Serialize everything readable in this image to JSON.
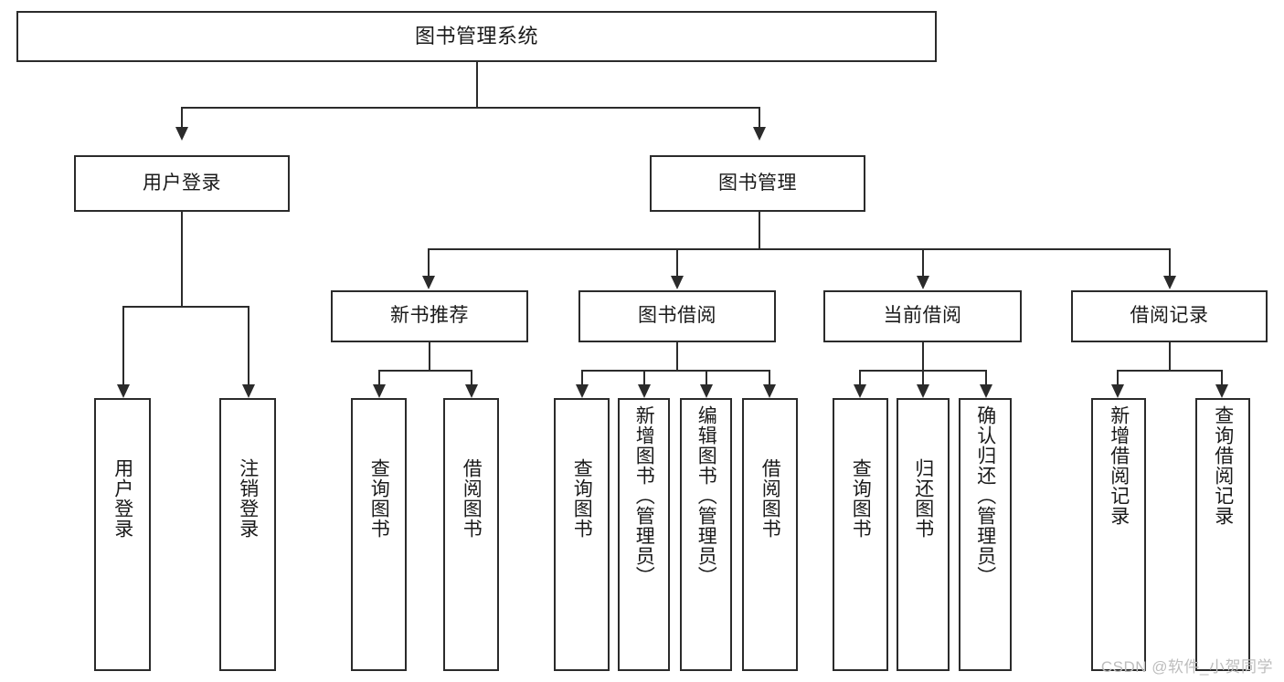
{
  "diagram": {
    "title": "图书管理系统",
    "type": "tree",
    "background_color": "#ffffff",
    "box_border_color": "#2b2b2b",
    "connector_color": "#2b2b2b",
    "text_color": "#1a1a1a"
  },
  "root": {
    "label": "图书管理系统"
  },
  "level2": [
    {
      "label": "用户登录"
    },
    {
      "label": "图书管理"
    }
  ],
  "level3": [
    {
      "label": "新书推荐"
    },
    {
      "label": "图书借阅"
    },
    {
      "label": "当前借阅"
    },
    {
      "label": "借阅记录"
    }
  ],
  "leaves": {
    "user_login": [
      {
        "label": "用户登录"
      },
      {
        "label": "注销登录"
      }
    ],
    "new_book": [
      {
        "label": "查询图书"
      },
      {
        "label": "借阅图书"
      }
    ],
    "book_borrow": [
      {
        "label": "查询图书"
      },
      {
        "label": "新增图书（管理员）"
      },
      {
        "label": "编辑图书（管理员）"
      },
      {
        "label": "借阅图书"
      }
    ],
    "current_borrow": [
      {
        "label": "查询图书"
      },
      {
        "label": "归还图书"
      },
      {
        "label": "确认归还（管理员）"
      }
    ],
    "borrow_record": [
      {
        "label": "新增借阅记录"
      },
      {
        "label": "查询借阅记录"
      }
    ]
  },
  "watermark": {
    "text": "CSDN @软件_小贺同学"
  }
}
